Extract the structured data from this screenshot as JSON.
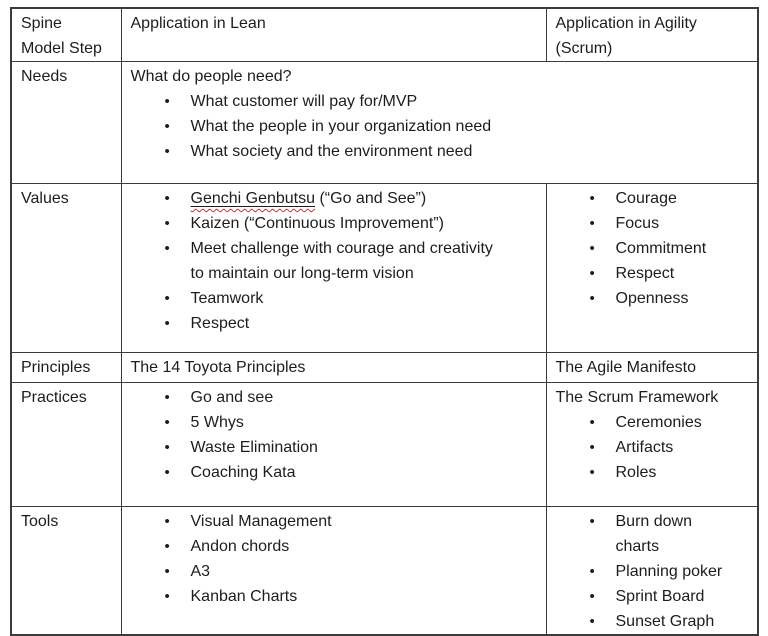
{
  "header": {
    "col1": "Spine\nModel Step",
    "col2": "Application in Lean",
    "col3": "Application in Agility\n(Scrum)"
  },
  "needs": {
    "label": "Needs",
    "intro": "What do people need?",
    "bullets": [
      "What customer will pay for/MVP",
      "What the people in your organization need",
      "What society and the environment need"
    ]
  },
  "values": {
    "label": "Values",
    "lean": {
      "bullet1_term": "Genchi Genbutsu",
      "bullet1_rest": " (“Go and See”)",
      "bullets": [
        "Kaizen (“Continuous Improvement”)",
        "Meet challenge with courage and creativity\nto maintain our long-term vision",
        "Teamwork",
        "Respect"
      ]
    },
    "agility": {
      "bullets": [
        "Courage",
        "Focus",
        "Commitment",
        "Respect",
        "Openness"
      ]
    }
  },
  "principles": {
    "label": "Principles",
    "lean": "The 14 Toyota Principles",
    "agility": "The Agile Manifesto"
  },
  "practices": {
    "label": "Practices",
    "lean": {
      "bullets": [
        "Go and see",
        "5 Whys",
        "Waste Elimination",
        "Coaching Kata"
      ]
    },
    "agility": {
      "intro": "The Scrum Framework",
      "bullets": [
        "Ceremonies",
        "Artifacts",
        "Roles"
      ]
    }
  },
  "tools": {
    "label": "Tools",
    "lean": {
      "bullets": [
        "Visual Management",
        "Andon chords",
        "A3",
        "Kanban Charts"
      ]
    },
    "agility": {
      "bullets": [
        "Burn down\ncharts",
        "Planning poker",
        "Sprint Board",
        "Sunset Graph"
      ]
    }
  }
}
